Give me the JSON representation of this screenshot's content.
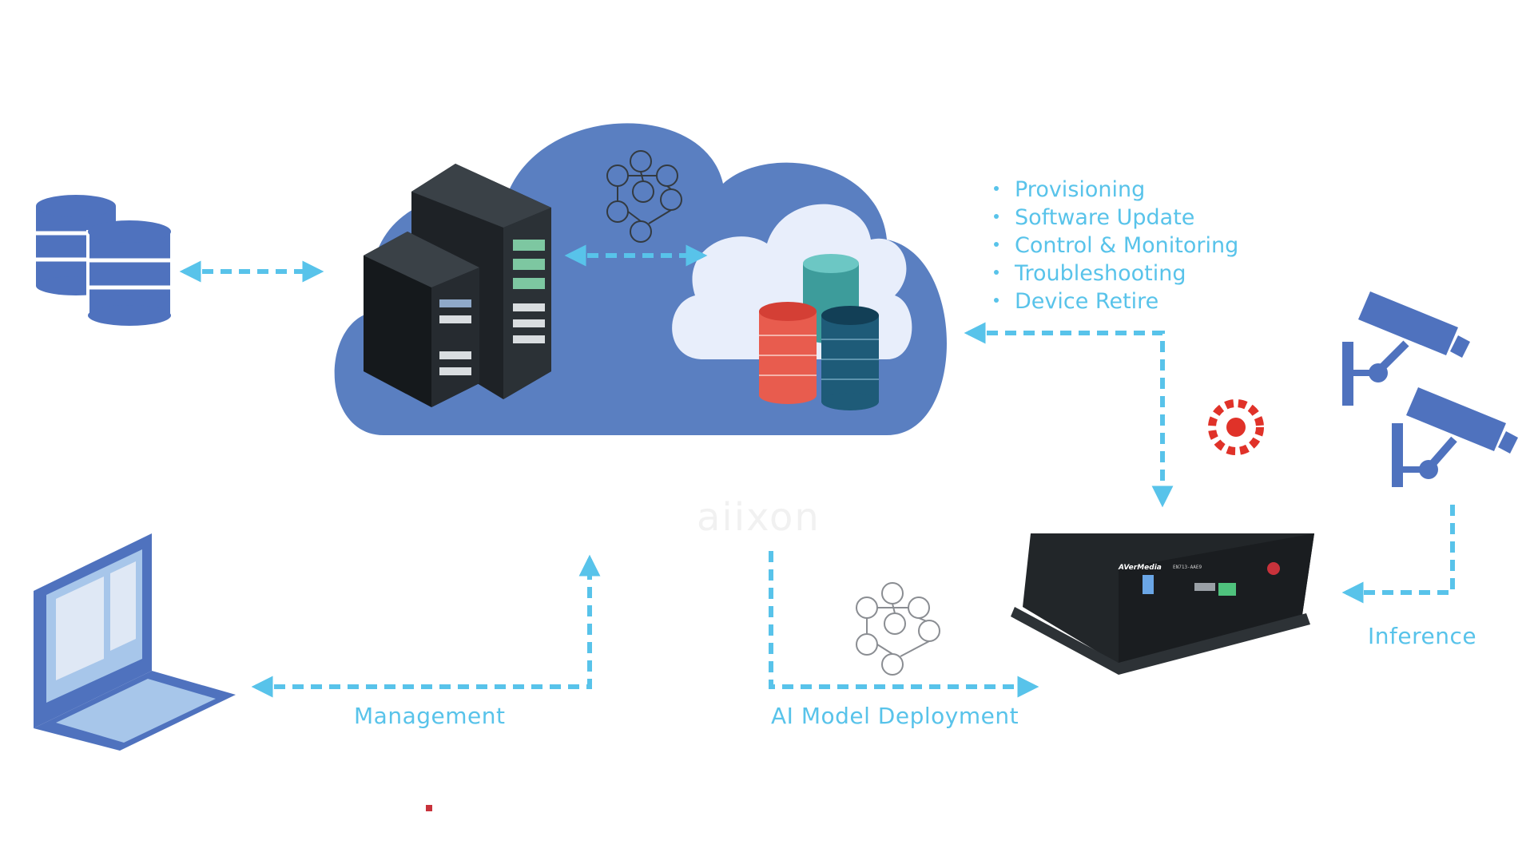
{
  "watermark": "aiixon",
  "cloud_services": [
    "Provisioning",
    "Software Update",
    "Control & Monitoring",
    "Troubleshooting",
    "Device Retire"
  ],
  "labels": {
    "management": "Management",
    "ai_model_deployment": "AI Model Deployment",
    "inference": "Inference"
  },
  "device": {
    "brand": "AVerMedia",
    "model": "EN713-AAE9"
  },
  "colors": {
    "cloud": "#5a7fc1",
    "arrow": "#58c3ea",
    "icon_blue": "#4f72be",
    "logo_red": "#e03229"
  }
}
